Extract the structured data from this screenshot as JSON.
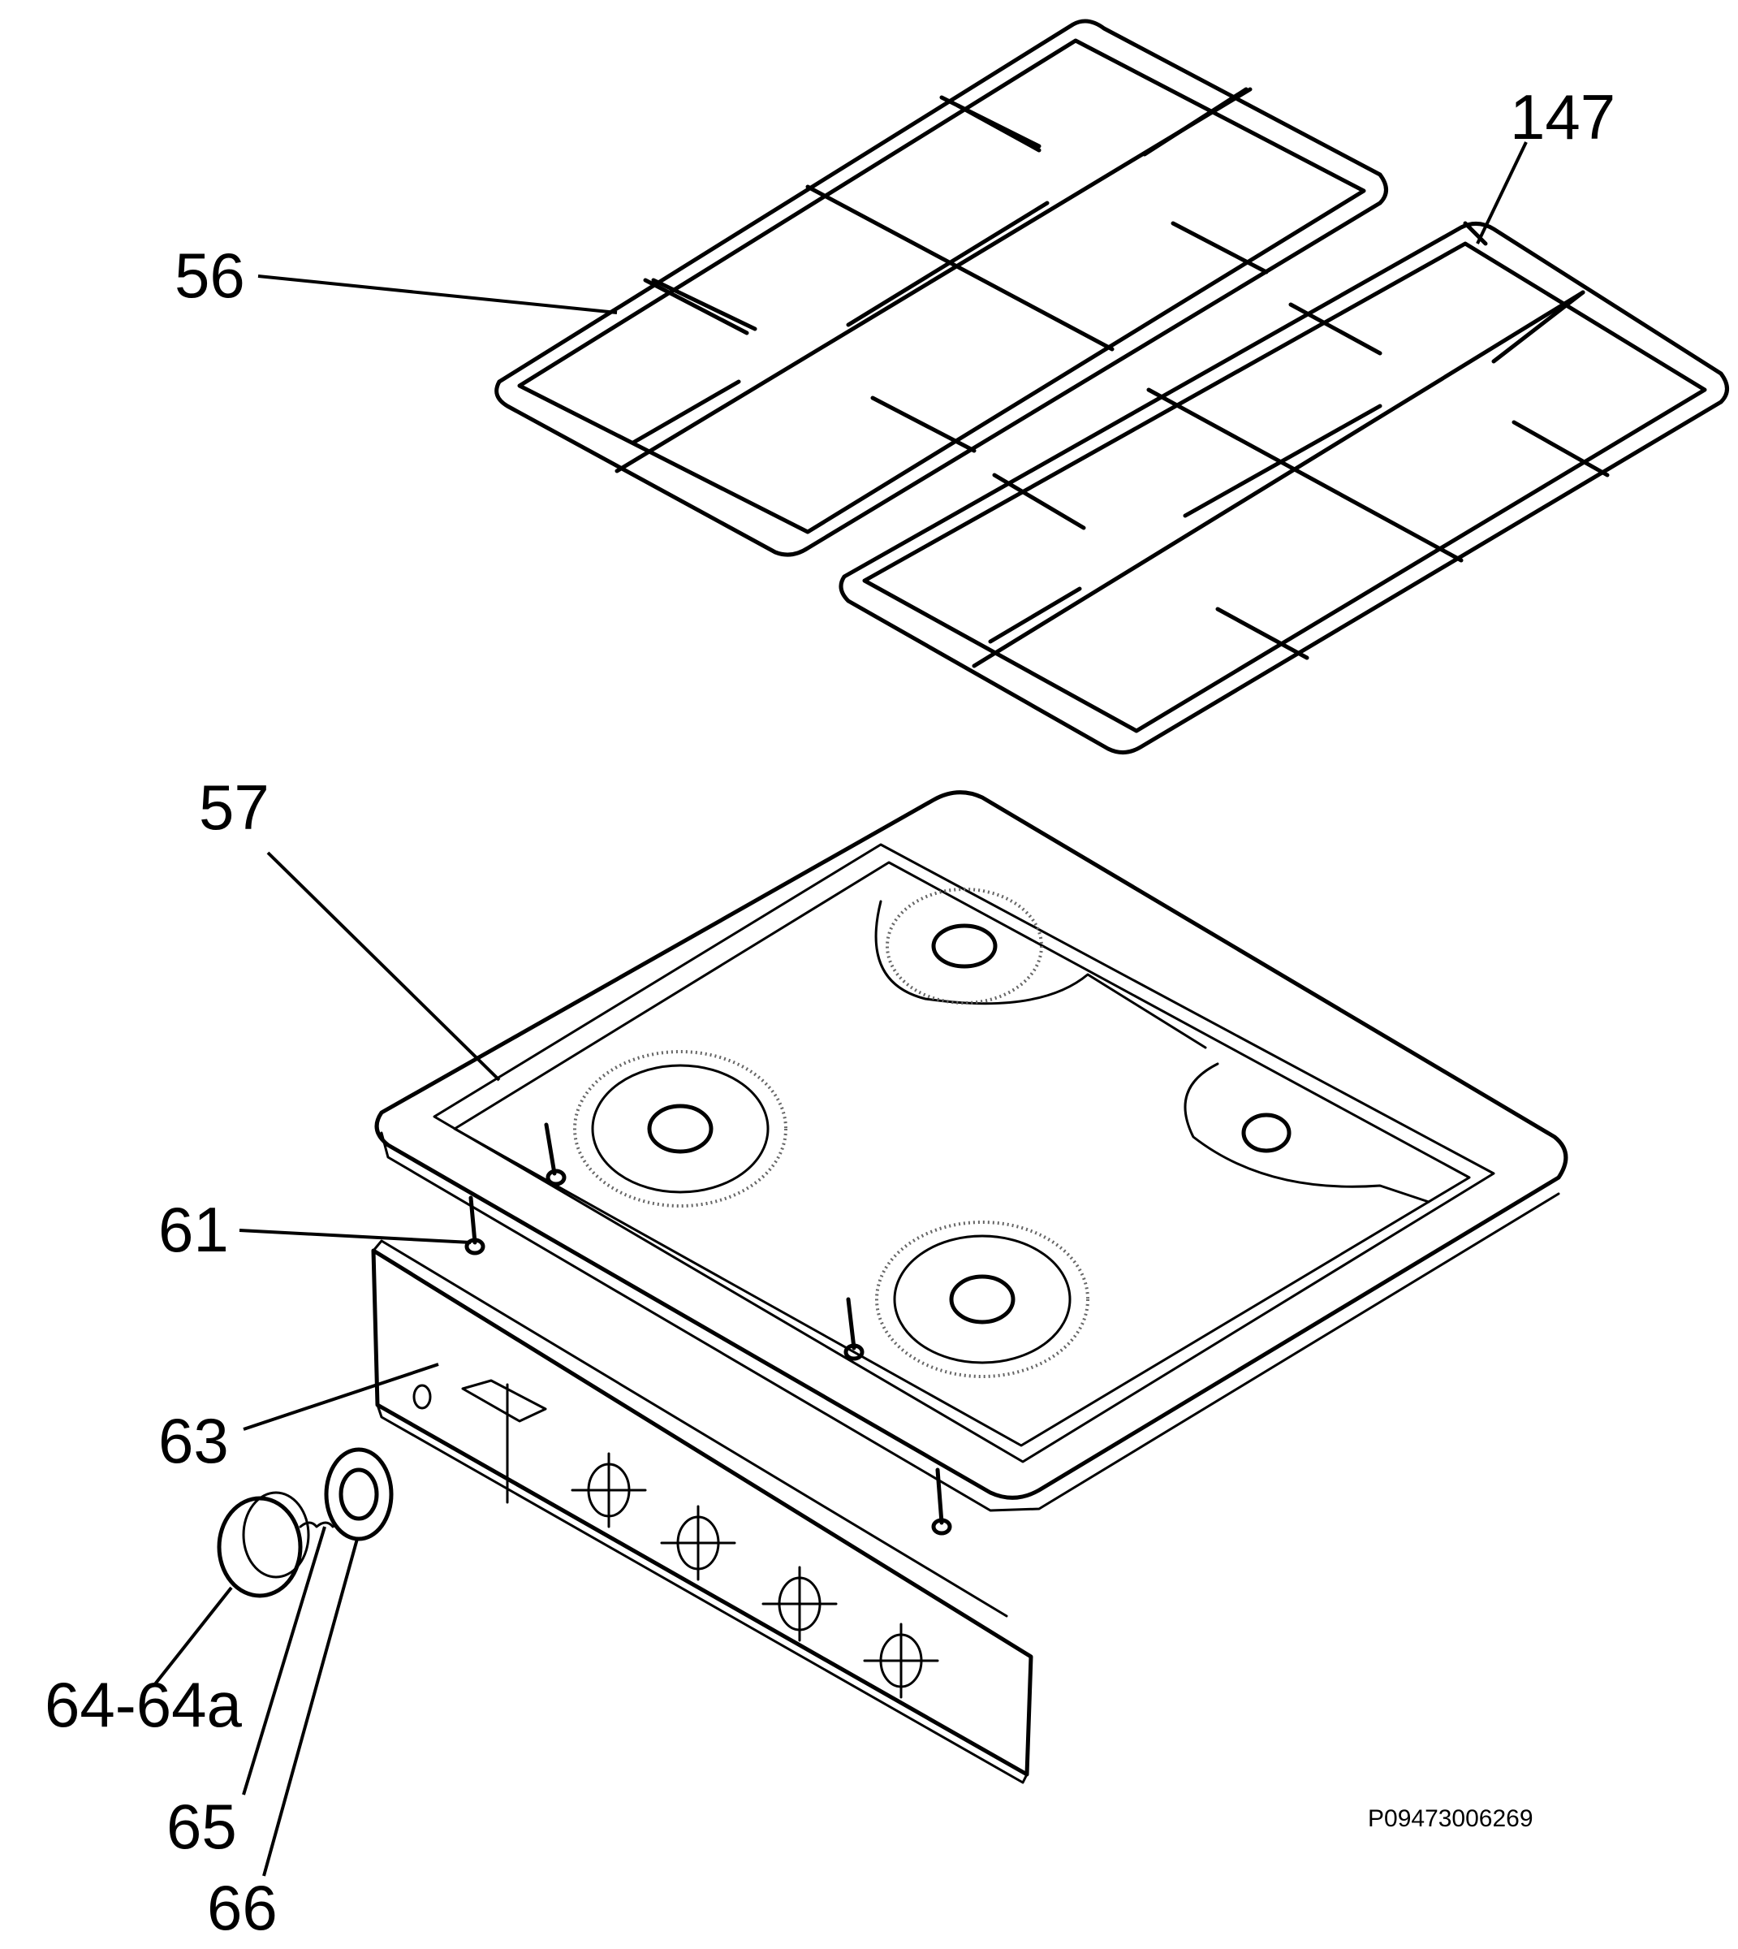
{
  "callouts": {
    "c56": "56",
    "c147": "147",
    "c57": "57",
    "c61": "61",
    "c63": "63",
    "c64": "64-64a",
    "c65": "65",
    "c66": "66"
  },
  "reference_code": "P09473006269"
}
